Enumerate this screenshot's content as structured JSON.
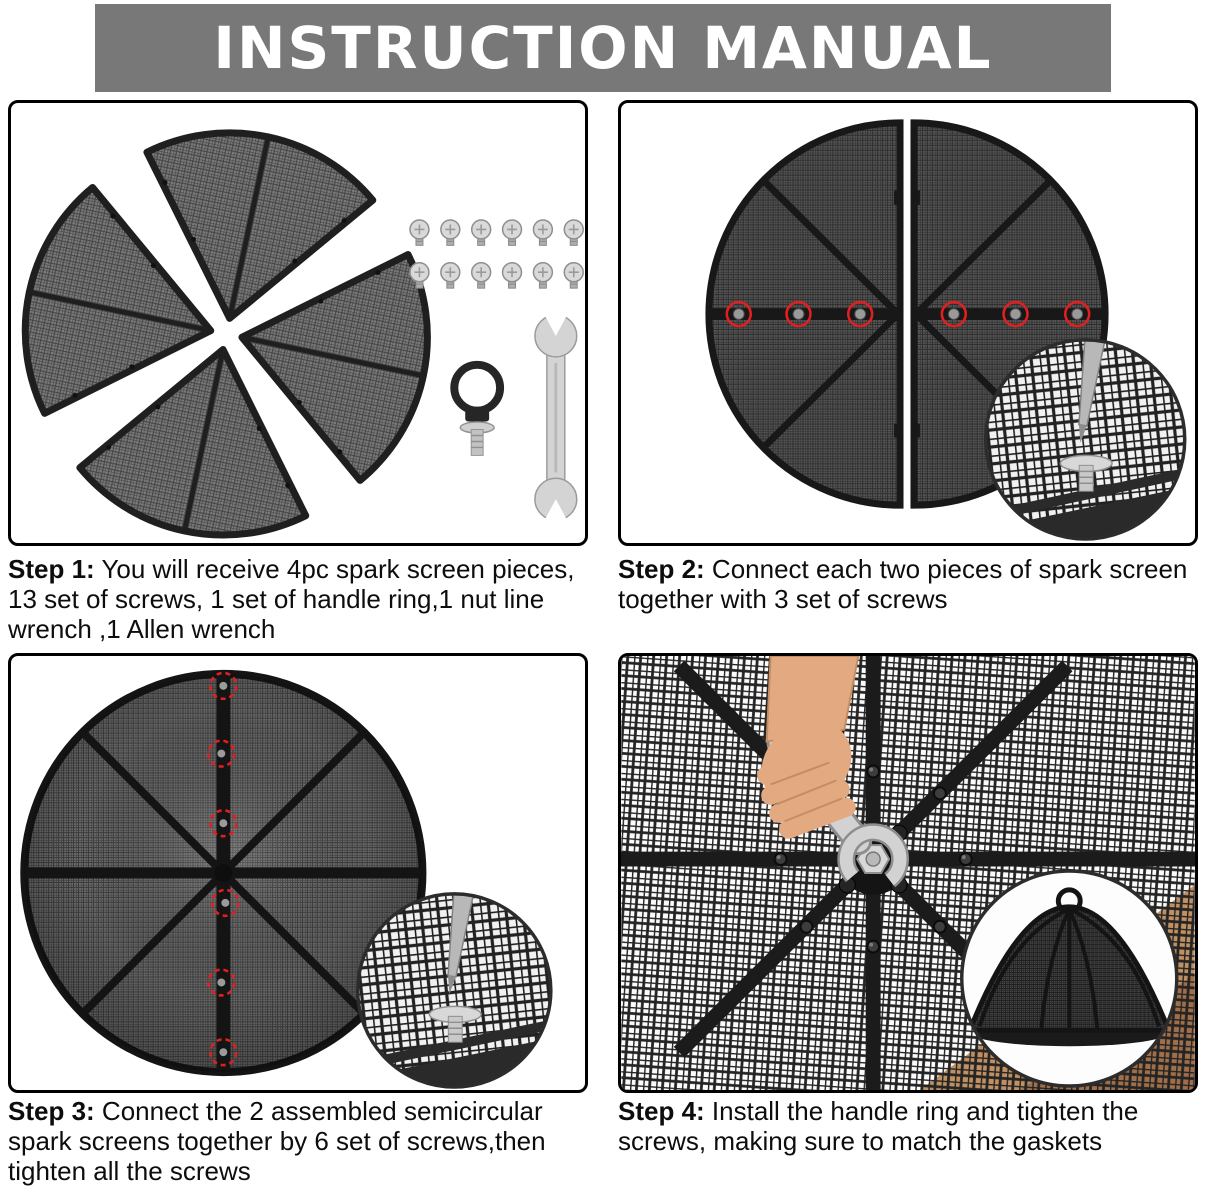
{
  "title": "INSTRUCTION MANUAL",
  "colors": {
    "banner_bg": "#787878",
    "highlight_red": "#e02020",
    "frame_black": "#1b1b1b"
  },
  "panels": [
    {
      "step_label": "Step 1:",
      "step_text": " You will receive 4pc spark screen pieces, 13 set of screws, 1 set of handle ring,1 nut line wrench ,1 Allen wrench",
      "illustration_items": [
        "four-spark-screen-quarter-pieces",
        "screw-set-12-visible",
        "handle-ring",
        "open-end-wrench"
      ]
    },
    {
      "step_label": "Step 2:",
      "step_text": " Connect each two pieces of spark screen together with 3 set of screws",
      "illustration_items": [
        "two-semicircular-screens",
        "red-circled-screws-6",
        "screwdriver-closeup-inset"
      ]
    },
    {
      "step_label": "Step 3:",
      "step_text": " Connect the 2 assembled semicircular spark screens together by 6 set of screws,then tighten all the screws",
      "illustration_items": [
        "assembled-round-screen",
        "red-dashed-screw-markers-6",
        "screwdriver-closeup-inset"
      ]
    },
    {
      "step_label": "Step 4:",
      "step_text": " Install the handle ring and tighten the screws, making sure to match the gaskets",
      "illustration_items": [
        "hand-with-wrench-on-center-hub",
        "mesh-closeup-background",
        "assembled-dome-screen-inset"
      ]
    }
  ]
}
